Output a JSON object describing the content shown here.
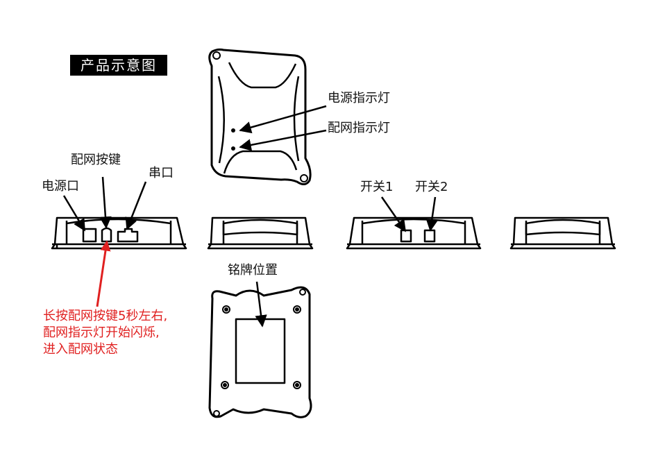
{
  "title": "产品示意图",
  "labels": {
    "power_indicator": "电源指示灯",
    "network_indicator": "配网指示灯",
    "pair_button": "配网按键",
    "serial_port": "串口",
    "power_port": "电源口",
    "switch1": "开关1",
    "switch2": "开关2",
    "nameplate": "铭牌位置"
  },
  "note": {
    "line1": "长按配网按键5秒左右,",
    "line2": "配网指示灯开始闪烁,",
    "line3": "进入配网状态"
  },
  "colors": {
    "line": "#000000",
    "note": "#e02020",
    "title_bg": "#000000",
    "title_text": "#ffffff"
  }
}
